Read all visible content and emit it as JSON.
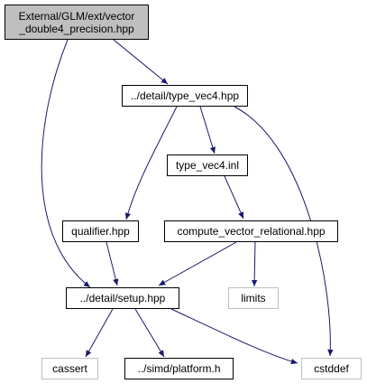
{
  "colors": {
    "edge": "#191970",
    "root_fill": "#bfbfbf",
    "node_border": "#000000",
    "external_border": "#bfbfbf"
  },
  "nodes": {
    "root": {
      "label": "External/GLM/ext/vector\n_double4_precision.hpp"
    },
    "type_vec4": {
      "label": "../detail/type_vec4.hpp"
    },
    "type_vec4_inl": {
      "label": "type_vec4.inl"
    },
    "qualifier": {
      "label": "qualifier.hpp"
    },
    "compute_vector_relational": {
      "label": "compute_vector_relational.hpp"
    },
    "setup": {
      "label": "../detail/setup.hpp"
    },
    "limits": {
      "label": "limits"
    },
    "cassert": {
      "label": "cassert"
    },
    "platform": {
      "label": "../simd/platform.h"
    },
    "cstddef": {
      "label": "cstddef"
    }
  }
}
